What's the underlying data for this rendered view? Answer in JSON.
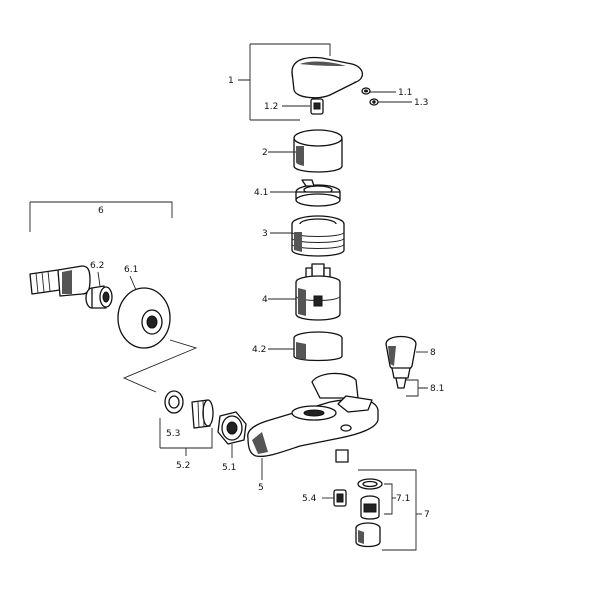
{
  "labels": {
    "l1": "1",
    "l1_1": "1.1",
    "l1_2": "1.2",
    "l1_3": "1.3",
    "l2": "2",
    "l3": "3",
    "l4": "4",
    "l4_1": "4.1",
    "l4_2": "4.2",
    "l5": "5",
    "l5_1": "5.1",
    "l5_2": "5.2",
    "l5_3": "5.3",
    "l5_4": "5.4",
    "l6": "6",
    "l6_1": "6.1",
    "l6_2": "6.2",
    "l7": "7",
    "l7_1": "7.1",
    "l8": "8",
    "l8_1": "8.1"
  }
}
